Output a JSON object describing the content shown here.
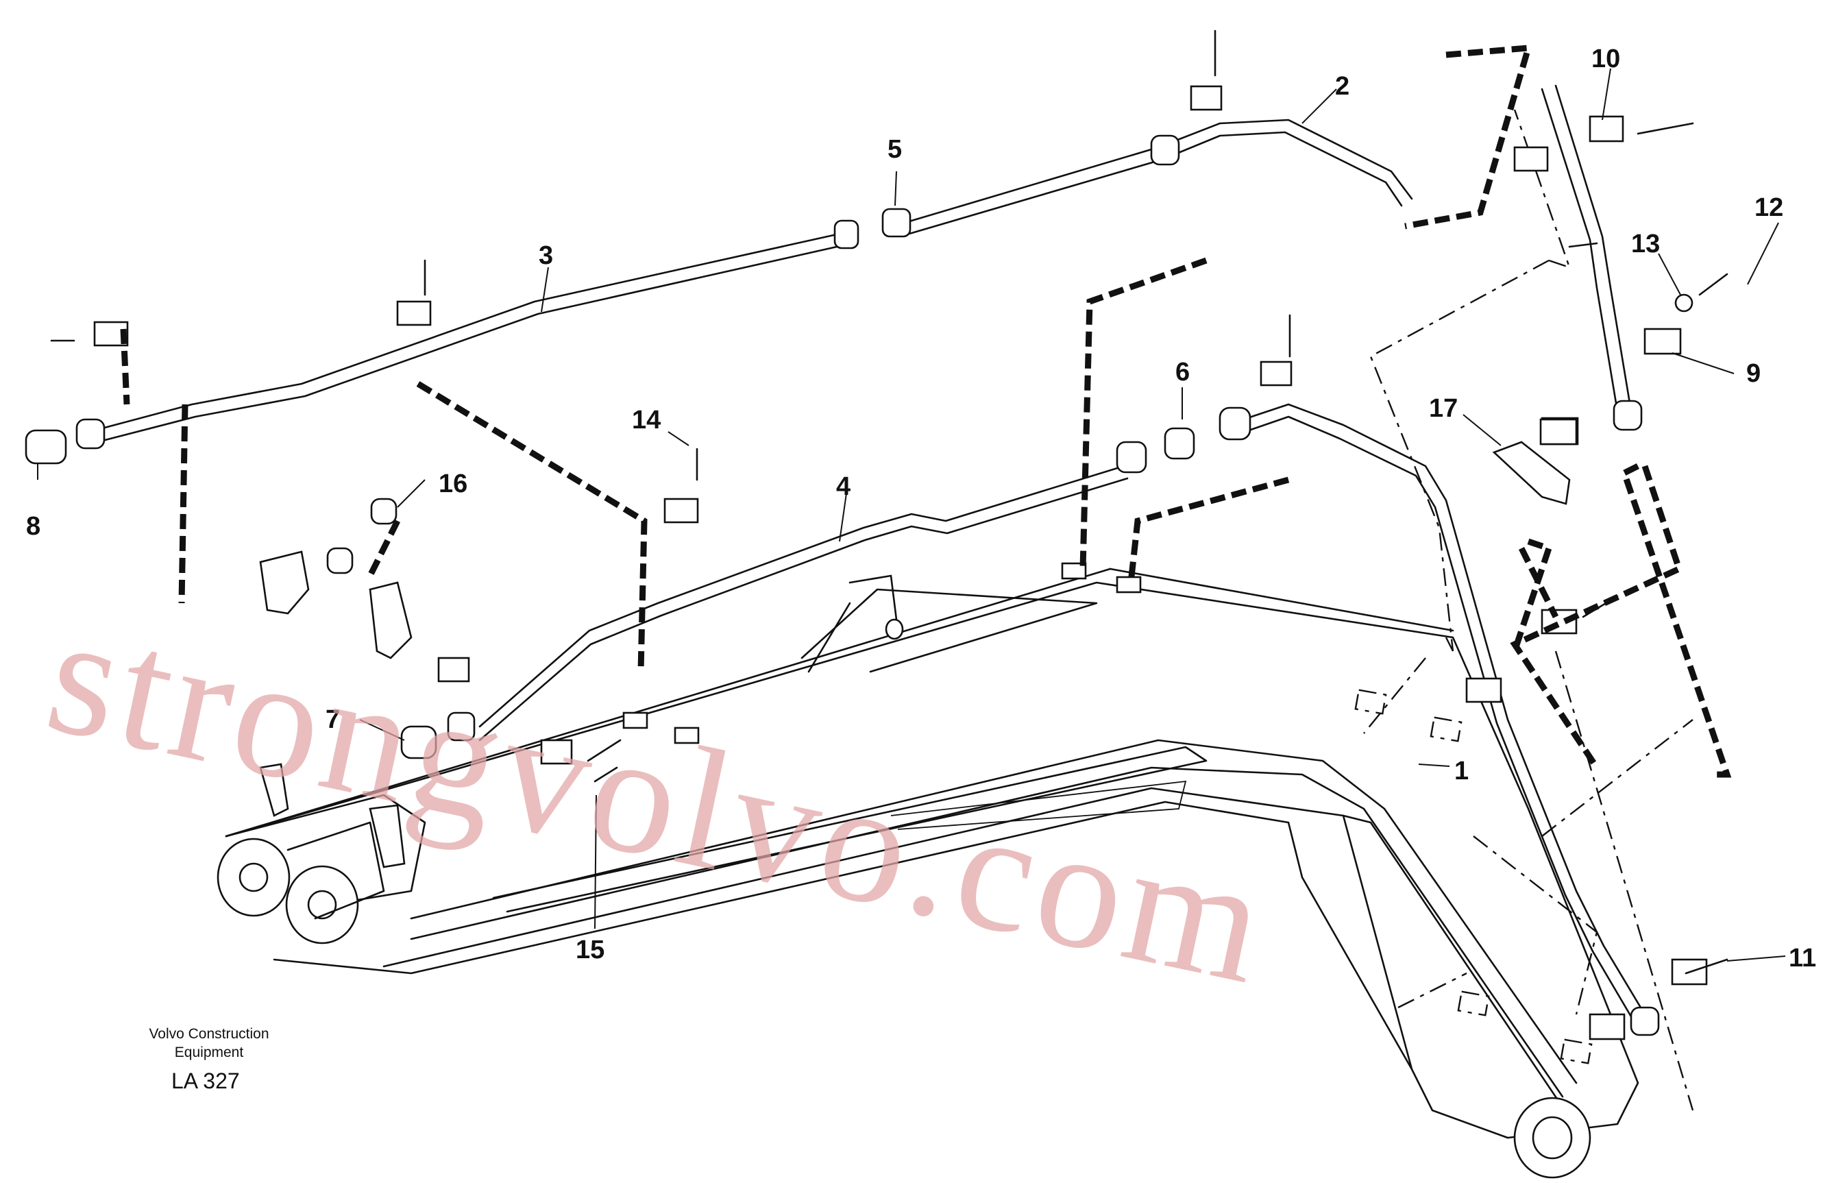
{
  "callouts": {
    "c1": "1",
    "c2": "2",
    "c3": "3",
    "c4": "4",
    "c5": "5",
    "c6": "6",
    "c7": "7",
    "c8": "8",
    "c9": "9",
    "c10": "10",
    "c11": "11",
    "c12": "12",
    "c13": "13",
    "c14": "14",
    "c15": "15",
    "c16": "16",
    "c17": "17"
  },
  "caption": {
    "line1": "Volvo Construction",
    "line2": "Equipment",
    "doc_number": "LA 327"
  },
  "watermark": "strongvolvo.com"
}
